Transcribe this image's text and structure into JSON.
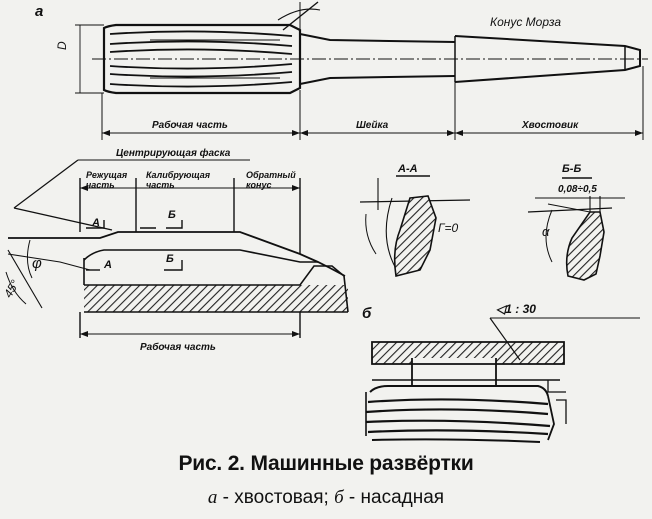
{
  "figure": {
    "labels": {
      "sub_a": "а",
      "sub_b": "б",
      "dim_d": "D",
      "morse_taper": "Конус Морза",
      "working_part": "Рабочая часть",
      "neck": "Шейка",
      "shank": "Хвостовик",
      "centering_chamfer": "Центрирующая фаска",
      "cutting_part_l1": "Режущая",
      "cutting_part_l2": "часть",
      "calibrating_part_l1": "Калибрующая",
      "calibrating_part_l2": "часть",
      "reverse_taper_l1": "Обратный",
      "reverse_taper_l2": "конус",
      "working_part_bottom": "Рабочая часть",
      "section_aa": "А-А",
      "section_bb": "Б-Б",
      "land_width": "0,08÷0,5",
      "gamma_zero": "Г=0",
      "alpha": "α",
      "phi": "φ",
      "angle_45": "45°",
      "marker_a1": "А",
      "marker_a2": "А",
      "marker_b1": "Б",
      "marker_b2": "Б",
      "taper_ratio": "◁1 : 30"
    }
  },
  "caption": {
    "title": "Рис. 2. Машинные развёртки",
    "sub_a_letter": "а",
    "sub_a_text": " - хвостовая; ",
    "sub_b_letter": "б",
    "sub_b_text": " - насадная"
  }
}
